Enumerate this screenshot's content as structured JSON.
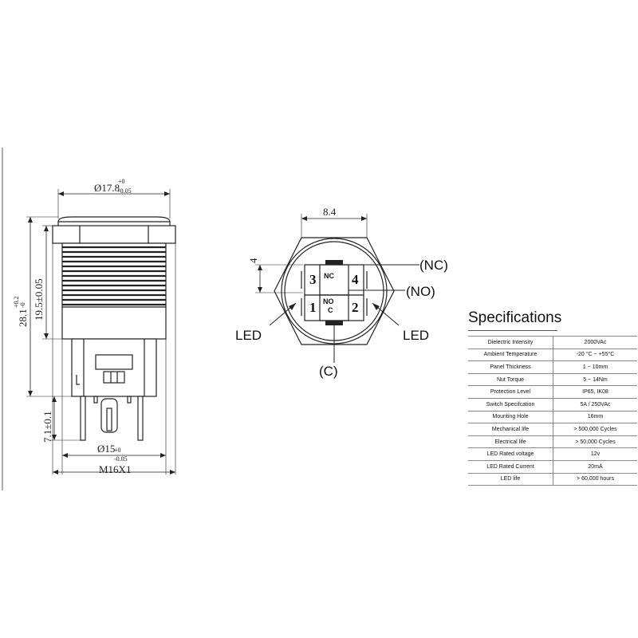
{
  "side_view": {
    "dim_top": "Ø17.8",
    "dim_top_tol_upper": "+0",
    "dim_top_tol_lower": "-0.05",
    "dim_overall_height": "28.1",
    "dim_overall_tol_upper": "+0.2",
    "dim_overall_tol_lower": "-0",
    "dim_thread_height": "19.5±0.05",
    "dim_pin_length": "7.1±0.1",
    "dim_bottom": "Ø15",
    "dim_bottom_tol_upper": "+0",
    "dim_bottom_tol_lower": "-0.05",
    "dim_thread": "M16X1"
  },
  "front_view": {
    "dim_width": "8.4",
    "dim_height": "4",
    "pin_3": "3",
    "pin_4": "4",
    "pin_1": "1",
    "pin_2": "2",
    "terminal_nc": "NC",
    "terminal_no": "NO",
    "terminal_c": "C",
    "label_nc": "(NC)",
    "label_no": "(NO)",
    "label_c": "(C)",
    "label_led_left": "LED",
    "label_led_right": "LED"
  },
  "specifications": {
    "title": "Specifications",
    "rows": [
      {
        "name": "Dielectric Intensity",
        "value": "2000VAc"
      },
      {
        "name": "Ambient Temperature",
        "value": "-20 °C ~ +55°C"
      },
      {
        "name": "Panel Thickness",
        "value": "1 ~ 10mm"
      },
      {
        "name": "Nut Torque",
        "value": "5 ~ 14Nm"
      },
      {
        "name": "Protection Level",
        "value": "IP65, IK08"
      },
      {
        "name": "Switch Specifcation",
        "value": "5A / 250VAc"
      },
      {
        "name": "Mounting Hole",
        "value": "16mm"
      },
      {
        "name": "Mechanical life",
        "value": "> 500,000 Cycles"
      },
      {
        "name": "Electrical life",
        "value": "> 50,000 Cycles"
      },
      {
        "name": "LED Rated voltage",
        "value": "12v"
      },
      {
        "name": "LED Rated Current",
        "value": "20mA"
      },
      {
        "name": "LED life",
        "value": "> 60,000 hours"
      }
    ]
  }
}
